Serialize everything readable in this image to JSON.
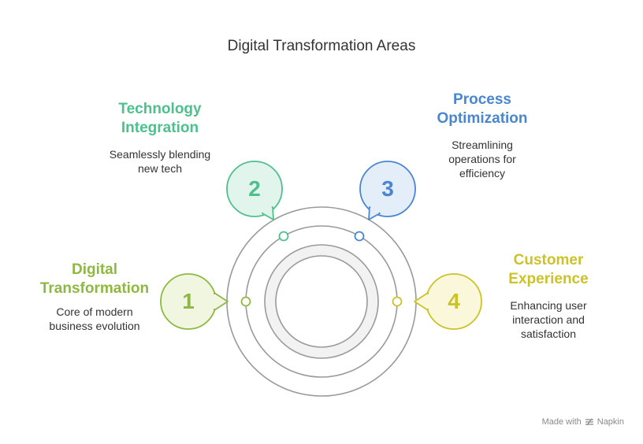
{
  "title": "Digital Transformation Areas",
  "colors": {
    "green": "#8fb843",
    "teal": "#4fc08d",
    "blue": "#4a86d0",
    "yellow": "#ccc22a",
    "ring": "#9a9a9a",
    "text": "#333333"
  },
  "items": [
    {
      "number": "1",
      "title_line1": "Digital",
      "title_line2": "Transformation",
      "desc_line1": "Core of modern",
      "desc_line2": "business evolution",
      "desc_line3": ""
    },
    {
      "number": "2",
      "title_line1": "Technology",
      "title_line2": "Integration",
      "desc_line1": "Seamlessly blending",
      "desc_line2": "new tech",
      "desc_line3": ""
    },
    {
      "number": "3",
      "title_line1": "Process",
      "title_line2": "Optimization",
      "desc_line1": "Streamlining",
      "desc_line2": "operations for",
      "desc_line3": "efficiency"
    },
    {
      "number": "4",
      "title_line1": "Customer",
      "title_line2": "Experience",
      "desc_line1": "Enhancing user",
      "desc_line2": "interaction and",
      "desc_line3": "satisfaction"
    }
  ],
  "watermark": {
    "made_with": "Made with",
    "brand": "Napkin",
    "icon": "napkin-logo-icon"
  }
}
